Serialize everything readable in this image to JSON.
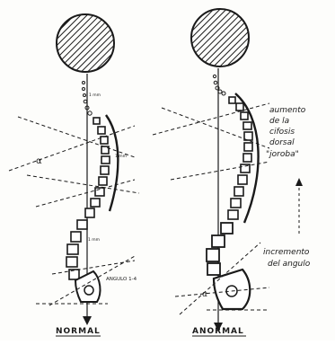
{
  "figure": {
    "left_panel": {
      "caption": "NORMAL",
      "small_labels": [
        "1 mm",
        "1 mm",
        "1 mm"
      ],
      "angle_symbol": "α",
      "angle_note": "ANGULO 1-4"
    },
    "right_panel": {
      "caption": "ANORMAL",
      "annotation_top": [
        "aumento",
        "de la",
        "cifosis",
        "dorsal",
        "\"joroba\""
      ],
      "annotation_bottom": [
        "incremento",
        "del angulo"
      ],
      "angle_symbol": "α"
    }
  },
  "colors": {
    "ink": "#1a1a1a",
    "paper": "#fdfdfb"
  },
  "icons": [
    "head-circle-hatched",
    "vertebra-box",
    "pelvis-shape",
    "plumb-arrow"
  ]
}
